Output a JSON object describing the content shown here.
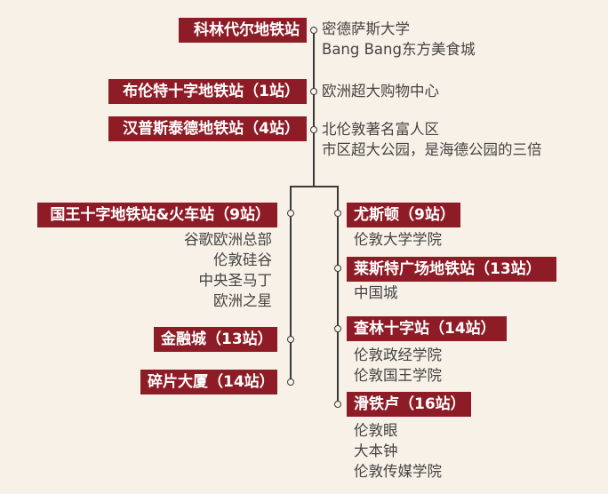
{
  "top": [
    {
      "label": "科林代尔地铁站",
      "desc": [
        "密德萨斯大学",
        "Bang Bang东方美食城"
      ]
    },
    {
      "label": "布伦特十字地铁站（1站）",
      "desc": [
        "欧洲超大购物中心"
      ]
    },
    {
      "label": "汉普斯泰德地铁站（4站）",
      "desc": [
        "北伦敦著名富人区",
        "市区超大公园，是海德公园的三倍"
      ]
    }
  ],
  "left": [
    {
      "label": "国王十字地铁站&火车站（9站）",
      "desc": [
        "谷歌欧洲总部",
        "伦敦硅谷",
        "中央圣马丁",
        "欧洲之星"
      ]
    },
    {
      "label": "金融城（13站）",
      "desc": []
    },
    {
      "label": "碎片大厦（14站）",
      "desc": []
    }
  ],
  "right": [
    {
      "label": "尤斯顿（9站）",
      "desc": [
        "伦敦大学学院"
      ]
    },
    {
      "label": "莱斯特广场地铁站（13站）",
      "desc": [
        "中国城"
      ]
    },
    {
      "label": "查林十字站（14站）",
      "desc": [
        "伦敦政经学院",
        "伦敦国王学院"
      ]
    },
    {
      "label": "滑铁卢（16站）",
      "desc": [
        "伦敦眼",
        "大本钟",
        "伦敦传媒学院"
      ]
    }
  ],
  "colors": {
    "label_bg": "#8e1c26",
    "background": "#f8f1e7"
  }
}
